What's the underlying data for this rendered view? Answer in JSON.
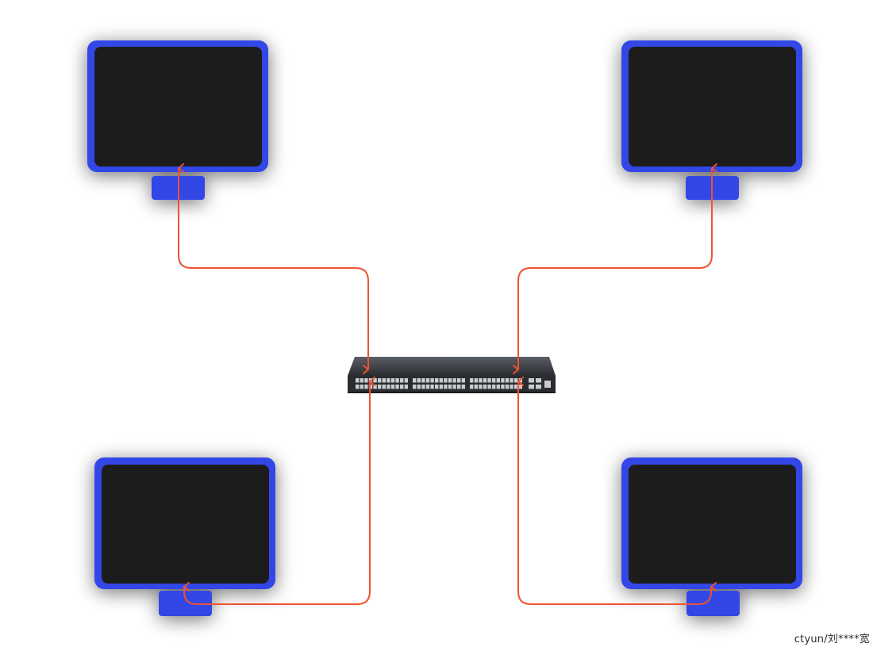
{
  "diagram": {
    "type": "network-topology",
    "nodes": [
      {
        "id": "monitor-top-left",
        "kind": "monitor-icon"
      },
      {
        "id": "monitor-top-right",
        "kind": "monitor-icon"
      },
      {
        "id": "monitor-bottom-left",
        "kind": "monitor-icon"
      },
      {
        "id": "monitor-bottom-right",
        "kind": "monitor-icon"
      },
      {
        "id": "switch",
        "kind": "network-switch-icon"
      }
    ],
    "edges": [
      {
        "from": "monitor-top-left",
        "to": "switch",
        "bidirectional": true
      },
      {
        "from": "monitor-top-right",
        "to": "switch",
        "bidirectional": true
      },
      {
        "from": "monitor-bottom-left",
        "to": "switch",
        "bidirectional": true
      },
      {
        "from": "monitor-bottom-right",
        "to": "switch",
        "bidirectional": true
      }
    ],
    "colors": {
      "monitor_frame": "#3347e6",
      "monitor_screen": "#1c1c1c",
      "connector": "#f0522f",
      "switch_body": "#3a3d42"
    }
  },
  "watermark": {
    "text": "ctyun/刘****宽"
  }
}
